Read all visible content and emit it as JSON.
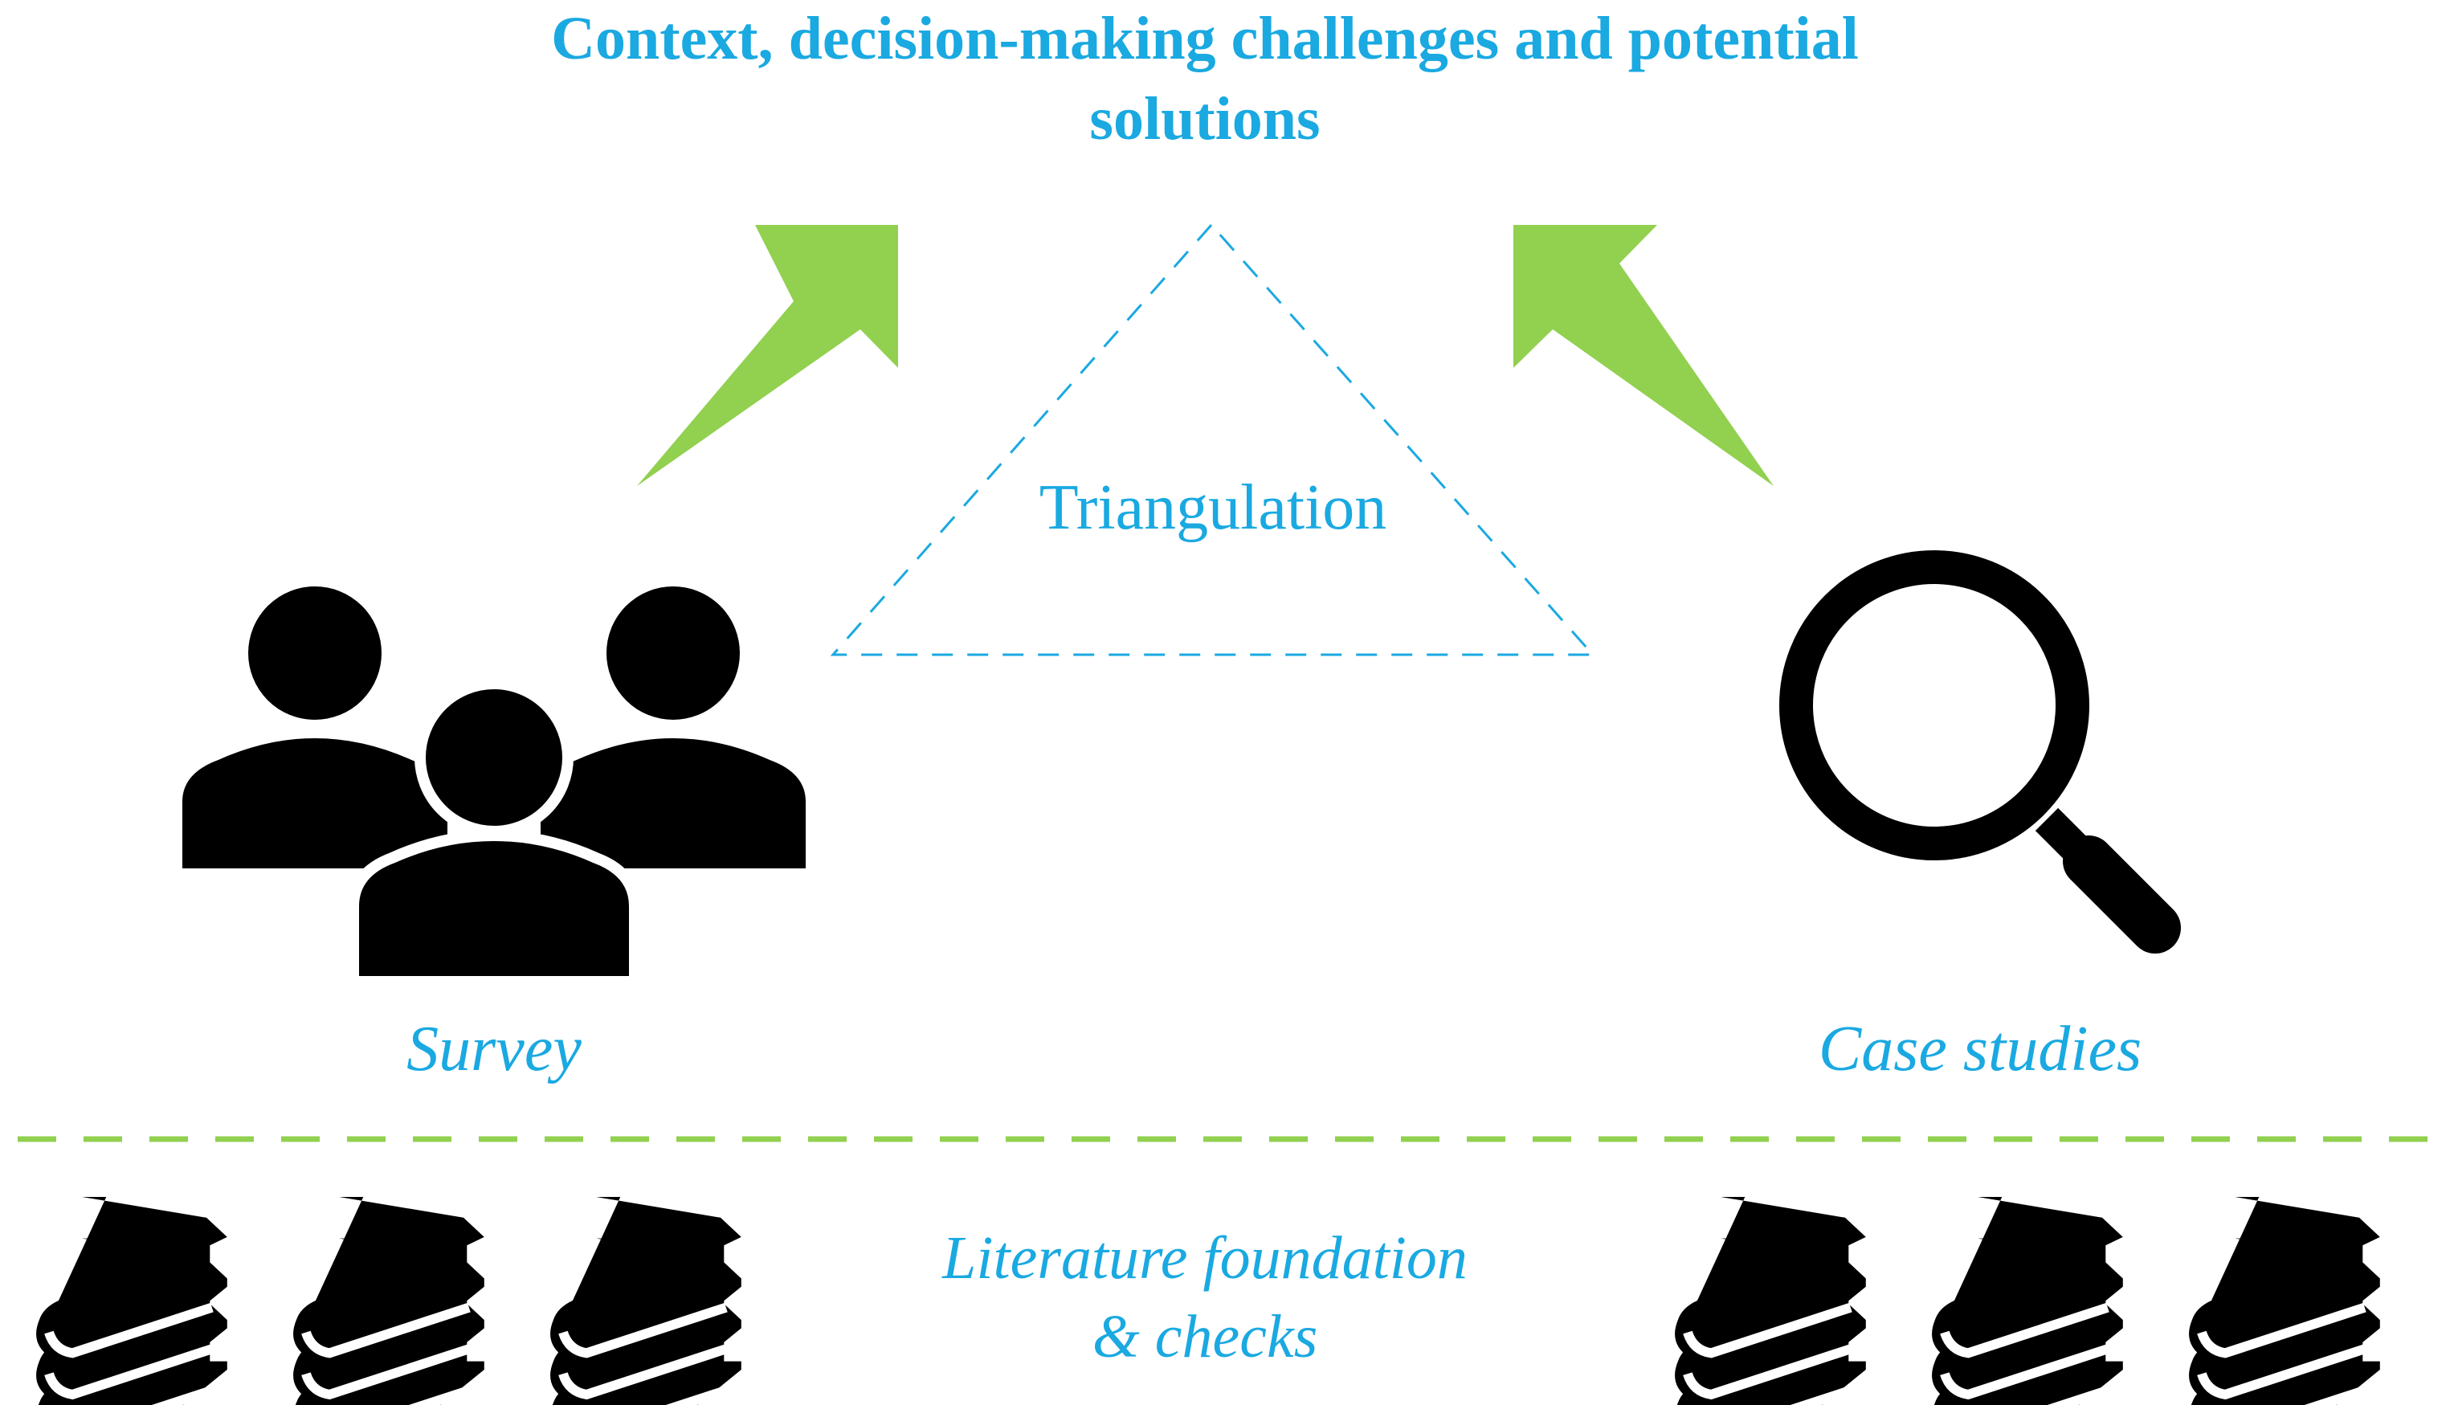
{
  "heading": {
    "line1": "Context, decision-making challenges and potential",
    "line2": "solutions"
  },
  "triangulation_label": "Triangulation",
  "survey_label": "Survey",
  "case_studies_label": "Case studies",
  "literature": {
    "line1": "Literature foundation",
    "line2": "& checks"
  },
  "icons": {
    "survey": "people-group-icon",
    "case_studies": "magnifying-glass-icon",
    "literature": "book-stack-icon"
  },
  "colors": {
    "text_blue": "#1aa9e1",
    "arrow_green": "#92d050",
    "icon_black": "#000000",
    "triangle_blue": "#1aa9e1",
    "divider_green": "#92d050"
  }
}
